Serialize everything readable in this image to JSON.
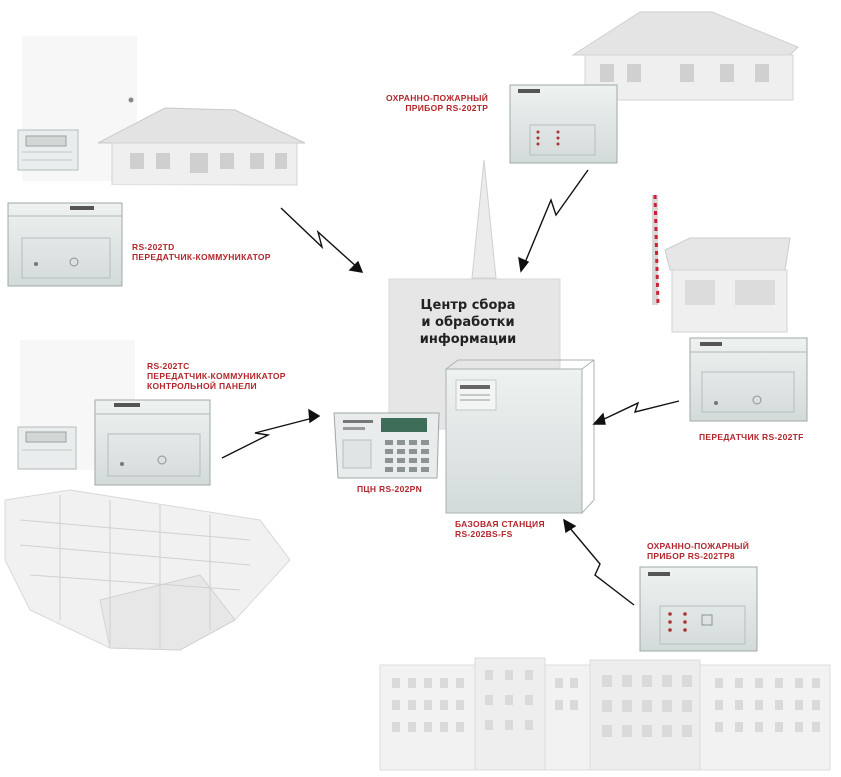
{
  "center": {
    "title_lines": [
      "Центр сбора",
      "и обработки",
      "информации"
    ]
  },
  "labels": {
    "rs202td": [
      "RS-202TD",
      "ПЕРЕДАТЧИК-КОММУНИКАТОР"
    ],
    "rs202tp": [
      "ОХРАННО-ПОЖАРНЫЙ",
      "ПРИБОР RS-202TP"
    ],
    "rs202tc": [
      "RS-202TC",
      "ПЕРЕДАТЧИК-КОММУНИКАТОР",
      "КОНТРОЛЬНОЙ ПАНЕЛИ"
    ],
    "rs202tf": "ПЕРЕДАТЧИК RS-202TF",
    "rs202pn": "ПЦН RS-202PN",
    "rs202bs": [
      "БАЗОВАЯ СТАНЦИЯ",
      "RS-202BS-FS"
    ],
    "rs202tp8": [
      "ОХРАННО-ПОЖАРНЫЙ",
      "ПРИБОР RS-202TP8"
    ]
  },
  "icons": [
    "house-icon",
    "cottage-icon",
    "checkpoint-booth-icon",
    "campus-building-icon",
    "apartment-block-icon",
    "antenna-icon",
    "radio-link-icon",
    "device-box-icon",
    "keypad-icon"
  ],
  "colors": {
    "label_red": "#b3262b",
    "device_gray": "#dde4e4",
    "line": "#111111",
    "building": "#d6d6d6"
  }
}
